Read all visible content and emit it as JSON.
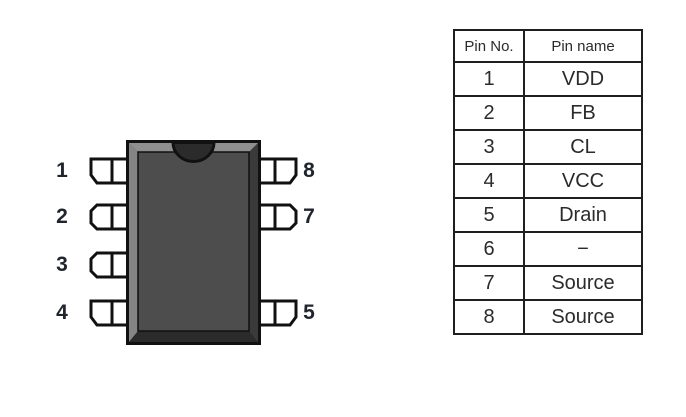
{
  "figure": {
    "type": "ic-pinout-figure",
    "package": "DIP-8"
  },
  "diagram": {
    "colors": {
      "outline": "#111111",
      "face": "#4d4d4d",
      "bevel_top": "#8f8f8f",
      "bevel_left": "#858585",
      "bevel_right": "#3a3a3a",
      "bevel_bottom": "#2b2b2b",
      "notch": "#2b2b2b",
      "lead_fill": "#ffffff"
    },
    "index_notch": "semicircle-top-center",
    "pins": [
      {
        "number": "1",
        "side": "left",
        "row": 0,
        "style": "corner"
      },
      {
        "number": "2",
        "side": "left",
        "row": 1,
        "style": "middle"
      },
      {
        "number": "3",
        "side": "left",
        "row": 2,
        "style": "middle"
      },
      {
        "number": "4",
        "side": "left",
        "row": 3,
        "style": "corner"
      },
      {
        "number": "8",
        "side": "right",
        "row": 0,
        "style": "corner"
      },
      {
        "number": "7",
        "side": "right",
        "row": 1,
        "style": "middle"
      },
      {
        "number": "5",
        "side": "right",
        "row": 3,
        "style": "corner"
      }
    ]
  },
  "table": {
    "headers": [
      "Pin No.",
      "Pin name"
    ],
    "rows": [
      {
        "no": "1",
        "name": "VDD"
      },
      {
        "no": "2",
        "name": "FB"
      },
      {
        "no": "3",
        "name": "CL"
      },
      {
        "no": "4",
        "name": "VCC"
      },
      {
        "no": "5",
        "name": "Drain"
      },
      {
        "no": "6",
        "name": "−"
      },
      {
        "no": "7",
        "name": "Source"
      },
      {
        "no": "8",
        "name": "Source"
      }
    ]
  }
}
